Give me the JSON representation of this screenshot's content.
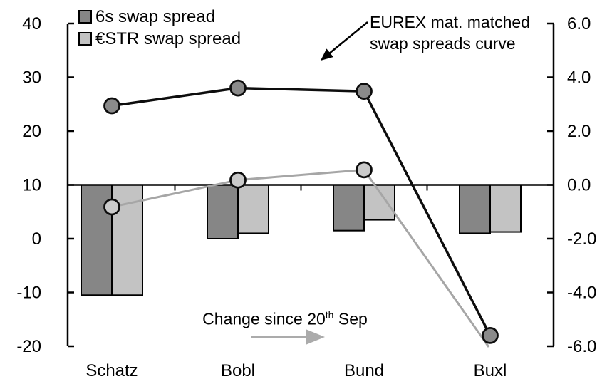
{
  "chart_data": {
    "type": "combo",
    "categories": [
      "Schatz",
      "Bobl",
      "Bund",
      "Buxl"
    ],
    "left_axis": {
      "min": -20,
      "max": 40,
      "ticks": [
        "40",
        "30",
        "20",
        "10",
        "0",
        "-10",
        "-20"
      ]
    },
    "right_axis": {
      "min": -6,
      "max": 6,
      "ticks": [
        "6.0",
        "4.0",
        "2.0",
        "0.0",
        "-2.0",
        "-4.0",
        "-6.0"
      ]
    },
    "bar_baseline_right_value": 0,
    "bar_series": [
      {
        "name": "6s swap spread",
        "axis": "right",
        "color": "#868686",
        "values": [
          -4.1,
          -2.0,
          -1.7,
          -1.8
        ]
      },
      {
        "name": "€STR swap spread",
        "axis": "right",
        "color": "#c3c3c3",
        "values": [
          -4.1,
          -1.8,
          -1.3,
          -1.75
        ]
      }
    ],
    "line_series": [
      {
        "name": "€STR swap spread curve",
        "axis": "left",
        "color": "#a6a6a6",
        "width": 3,
        "marker_fill": "#cacaca",
        "values": [
          5.9,
          10.9,
          12.8,
          -20.5
        ],
        "markers": [
          true,
          true,
          true,
          false
        ]
      },
      {
        "name": "6s swap spread curve",
        "axis": "left",
        "color": "#0d0d0d",
        "width": 3.5,
        "marker_fill": "#8a8a8a",
        "values": [
          24.7,
          28.0,
          27.4,
          -18.0
        ],
        "markers": [
          true,
          true,
          true,
          true
        ]
      }
    ],
    "legend": [
      {
        "label": "6s swap spread",
        "color": "#868686"
      },
      {
        "label": "€STR swap spread",
        "color": "#c3c3c3"
      }
    ],
    "annotations": {
      "curve": {
        "line1": "EUREX mat. matched",
        "line2": "swap spreads curve",
        "arrow_color": "#000000"
      },
      "change": {
        "prefix": "Change since 20",
        "sup": "th",
        "suffix": " Sep",
        "arrow_color": "#ababab"
      }
    }
  }
}
